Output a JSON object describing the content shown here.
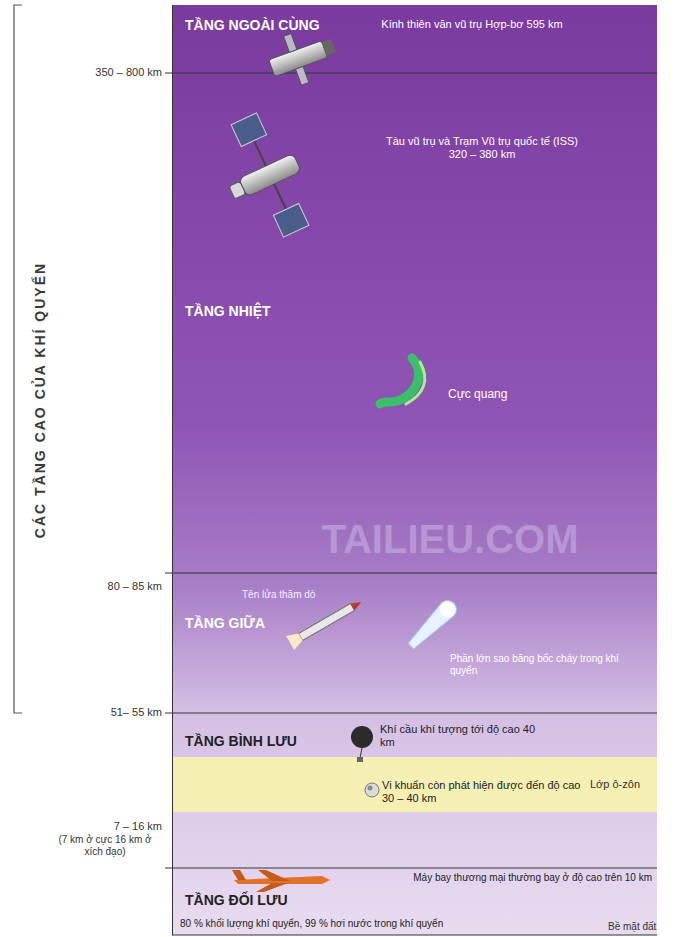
{
  "diagram": {
    "nodes": [
      {
        "text": [
          "TẦNG NGOÀI CÙNG",
          "Kính thiên văn vũ trụ Hợp-bơ 595 km"
        ]
      },
      {
        "text": [
          "Tàu vũ trụ và Trạm Vũ trụ quốc tế (ISS) 320 – 380 km",
          "TẦNG NHIỆT",
          "Cực quang"
        ]
      },
      {
        "text": [
          "Tên lửa thăm dò",
          "TẦNG GIỮA",
          "Phần lớn sao băng bốc cháy trong khí quyển"
        ]
      },
      {
        "text": [
          "TẦNG BÌNH LƯU",
          "Khí cầu khí tượng tới độ cao 40 km",
          "Vi khuẩn còn phát hiện được đến độ cao 30 – 40 km"
        ]
      },
      {
        "text": [
          "Máy bay thương mại thường bay ở độ cao trên 10 km",
          "TẦNG ĐỐI LƯU",
          "80 % khối lượng khí quyển, 99 % hơi nước trong khí quyển"
        ]
      }
    ],
    "labels": [
      "CÁC TẦNG CAO CỦA KHÍ QUYỂN",
      "350 – 800 km",
      "80 – 85 km",
      "51– 55 km",
      "7 – 16 km",
      "(7 km ở cực 16 km ở xích đạo)",
      "Lớp ô-zôn",
      "Bề mặt đất",
      "TAILIEU.COM"
    ]
  }
}
